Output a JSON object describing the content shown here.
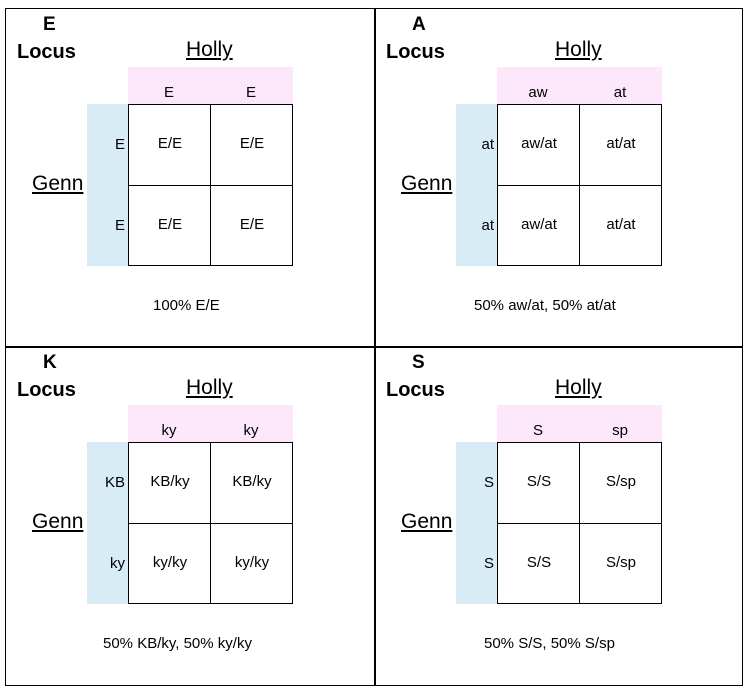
{
  "quadrants": [
    {
      "letter": "E",
      "locus_word": "Locus",
      "parent_top": "Holly",
      "parent_left": "Genn",
      "col_alleles": [
        "E",
        "E"
      ],
      "row_alleles": [
        "E",
        "E"
      ],
      "cells": [
        [
          "E/E",
          "E/E"
        ],
        [
          "E/E",
          "E/E"
        ]
      ],
      "result": "100% E/E"
    },
    {
      "letter": "A",
      "locus_word": "Locus",
      "parent_top": "Holly",
      "parent_left": "Genn",
      "col_alleles": [
        "aw",
        "at"
      ],
      "row_alleles": [
        "at",
        "at"
      ],
      "cells": [
        [
          "aw/at",
          "at/at"
        ],
        [
          "aw/at",
          "at/at"
        ]
      ],
      "result": "50% aw/at,  50% at/at"
    },
    {
      "letter": "K",
      "locus_word": "Locus",
      "parent_top": "Holly",
      "parent_left": "Genn",
      "col_alleles": [
        "ky",
        "ky"
      ],
      "row_alleles": [
        "KB",
        "ky"
      ],
      "cells": [
        [
          "KB/ky",
          "KB/ky"
        ],
        [
          "ky/ky",
          "ky/ky"
        ]
      ],
      "result": "50% KB/ky,  50% ky/ky"
    },
    {
      "letter": "S",
      "locus_word": "Locus",
      "parent_top": "Holly",
      "parent_left": "Genn",
      "col_alleles": [
        "S",
        "sp"
      ],
      "row_alleles": [
        "S",
        "S"
      ],
      "cells": [
        [
          "S/S",
          "S/sp"
        ],
        [
          "S/S",
          "S/sp"
        ]
      ],
      "result": "50% S/S,  50% S/sp"
    }
  ],
  "colors": {
    "top_band": "#fde8fb",
    "left_band": "#d8ecf6",
    "border": "#000000"
  }
}
